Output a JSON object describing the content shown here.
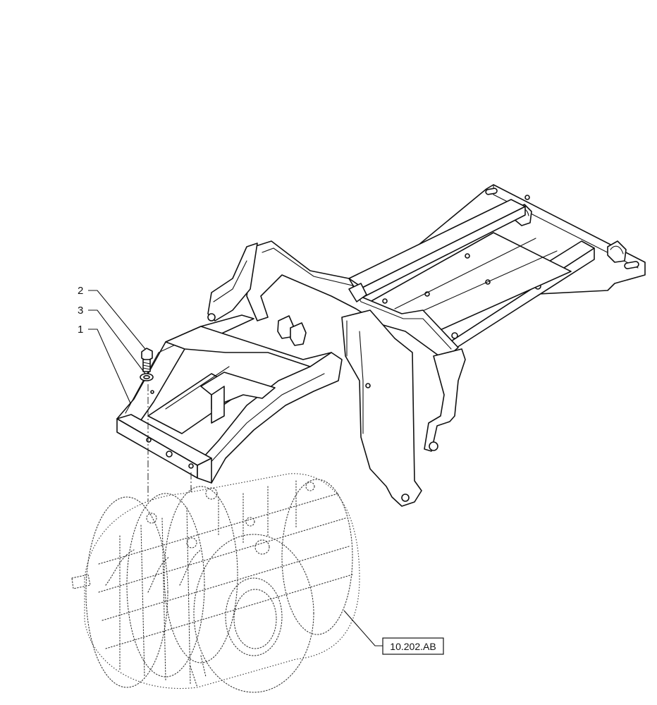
{
  "callouts": [
    {
      "id": "callout-2",
      "label": "2"
    },
    {
      "id": "callout-3",
      "label": "3"
    },
    {
      "id": "callout-1",
      "label": "1"
    }
  ],
  "reference": {
    "label": "10.202.AB"
  }
}
